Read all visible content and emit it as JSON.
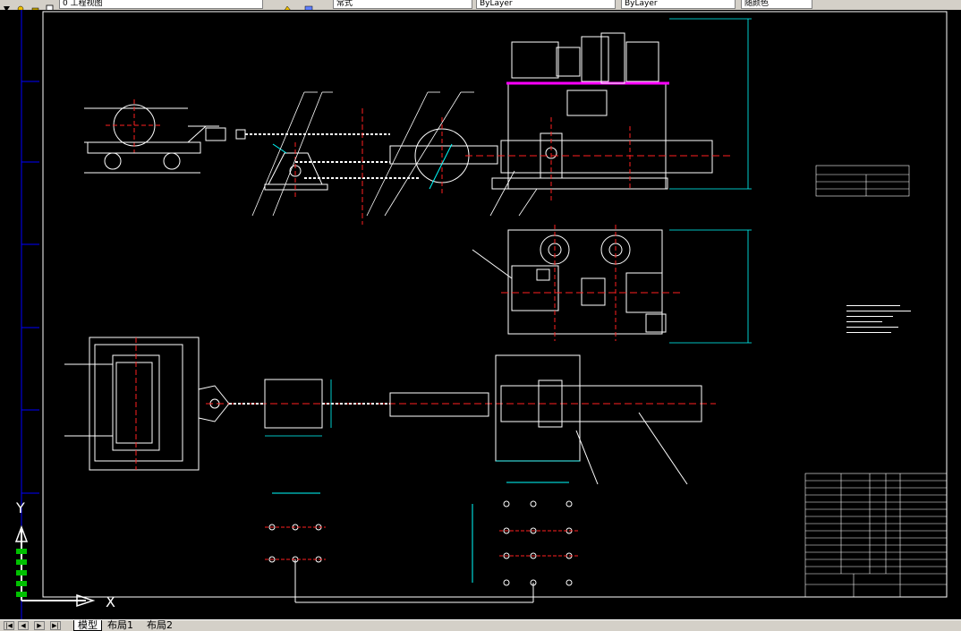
{
  "toolbar": {
    "layer_field": "0 工程视图",
    "field_2": "常式",
    "field_3": "ByLayer",
    "field_4": "ByLayer",
    "field_5": "随颜色"
  },
  "ucs": {
    "x_label": "X",
    "y_label": "Y"
  },
  "layout_tabs": [
    "模型",
    "布局1",
    "布局2"
  ],
  "colors": {
    "background": "#000000",
    "line": "#ffffff",
    "center_line": "#ff2020",
    "dim": "#00ffff",
    "hidden": "#ff00ff"
  }
}
